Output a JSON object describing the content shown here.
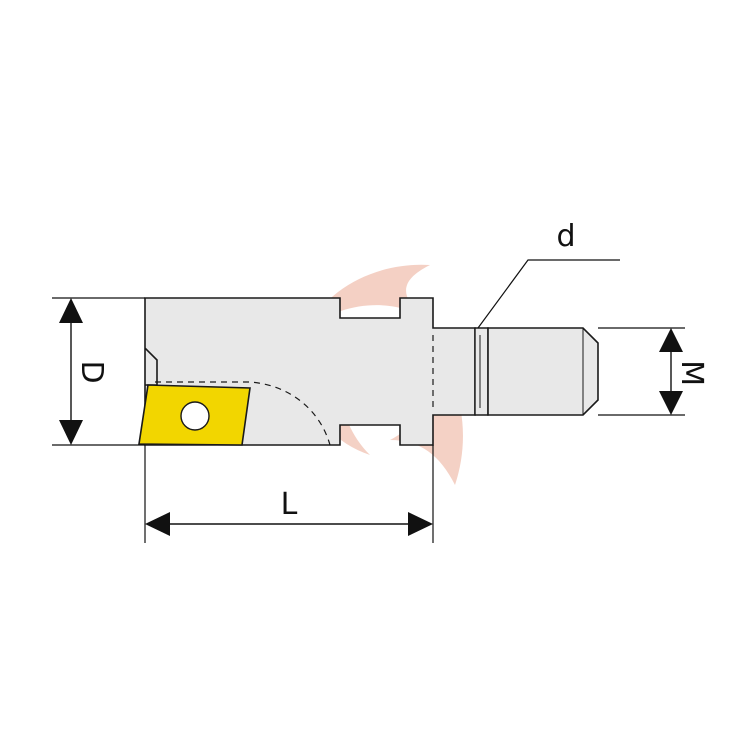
{
  "labels": {
    "diameter": "D",
    "length": "L",
    "thread": "M",
    "neck": "d"
  },
  "colors": {
    "body": "#e8e8e8",
    "outline": "#1a1a1a",
    "insert": "#f2d600",
    "watermark": "#e07a5a"
  },
  "icons": {
    "watermark": "tri-blade-logo-icon",
    "insert_screw": "screw-hole-icon"
  }
}
